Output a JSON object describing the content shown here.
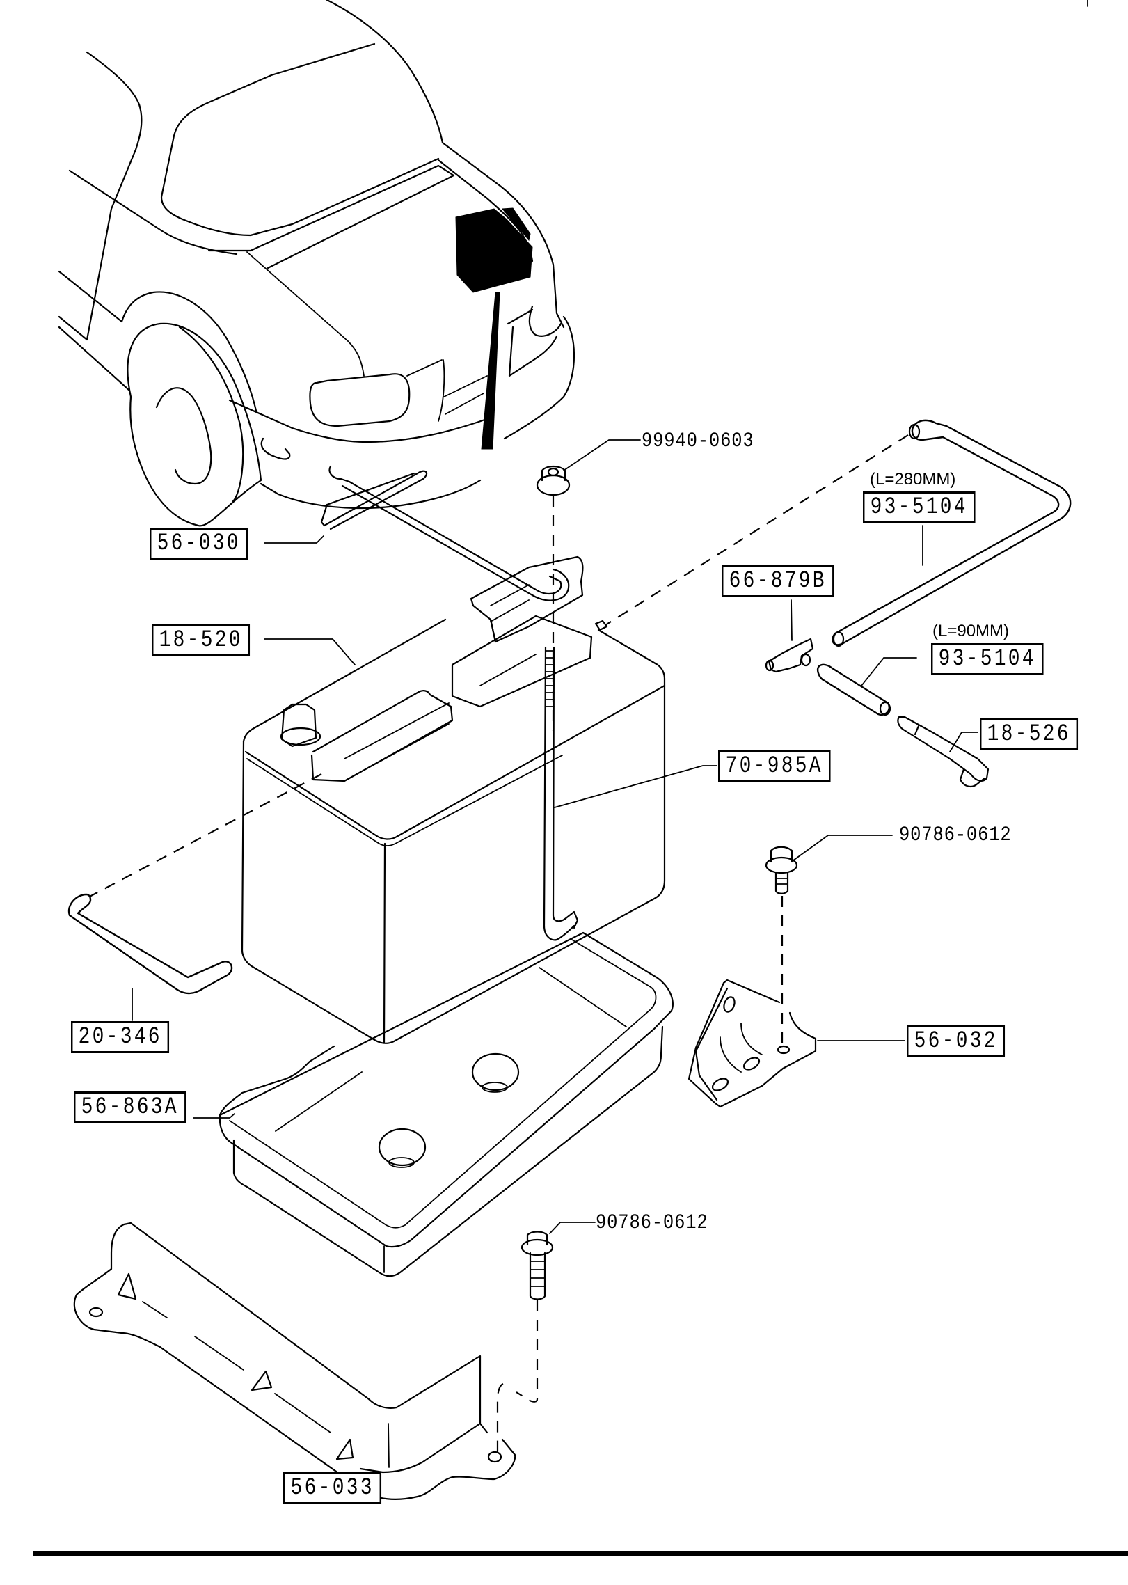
{
  "diagram": {
    "title": "Battery & Mounting – exploded parts view",
    "callouts": [
      {
        "id": "nut-top",
        "part_number": "99940-0603",
        "style": "plain",
        "part": "flange nut"
      },
      {
        "id": "hold-down",
        "part_number": "56-030",
        "style": "boxed",
        "part": "battery hold-down clamp"
      },
      {
        "id": "battery",
        "part_number": "18-520",
        "style": "boxed",
        "part": "battery"
      },
      {
        "id": "rod",
        "part_number": "70-985A",
        "style": "boxed",
        "part": "hold-down rod"
      },
      {
        "id": "tee-joint",
        "part_number": "66-879B",
        "style": "boxed",
        "part": "vent tee joint"
      },
      {
        "id": "vent-hose-long",
        "part_number": "93-5104",
        "note": "(L=280MM)",
        "style": "boxed",
        "part": "vent hose"
      },
      {
        "id": "vent-hose-short",
        "part_number": "93-5104",
        "note": "(L=90MM)",
        "style": "boxed",
        "part": "vent hose"
      },
      {
        "id": "elbow",
        "part_number": "18-526",
        "style": "boxed",
        "part": "vent elbow"
      },
      {
        "id": "bolt-bracket",
        "part_number": "90786-0612",
        "style": "plain",
        "part": "flange bolt"
      },
      {
        "id": "side-bracket",
        "part_number": "56-032",
        "style": "boxed",
        "part": "bracket"
      },
      {
        "id": "drain-hose",
        "part_number": "20-346",
        "style": "boxed",
        "part": "drain hose"
      },
      {
        "id": "tray",
        "part_number": "56-863A",
        "style": "boxed",
        "part": "battery tray"
      },
      {
        "id": "bolt-lower",
        "part_number": "90786-0612",
        "style": "plain",
        "part": "flange bolt"
      },
      {
        "id": "lower-bracket",
        "part_number": "56-033",
        "style": "boxed",
        "part": "tray support bracket"
      }
    ]
  }
}
